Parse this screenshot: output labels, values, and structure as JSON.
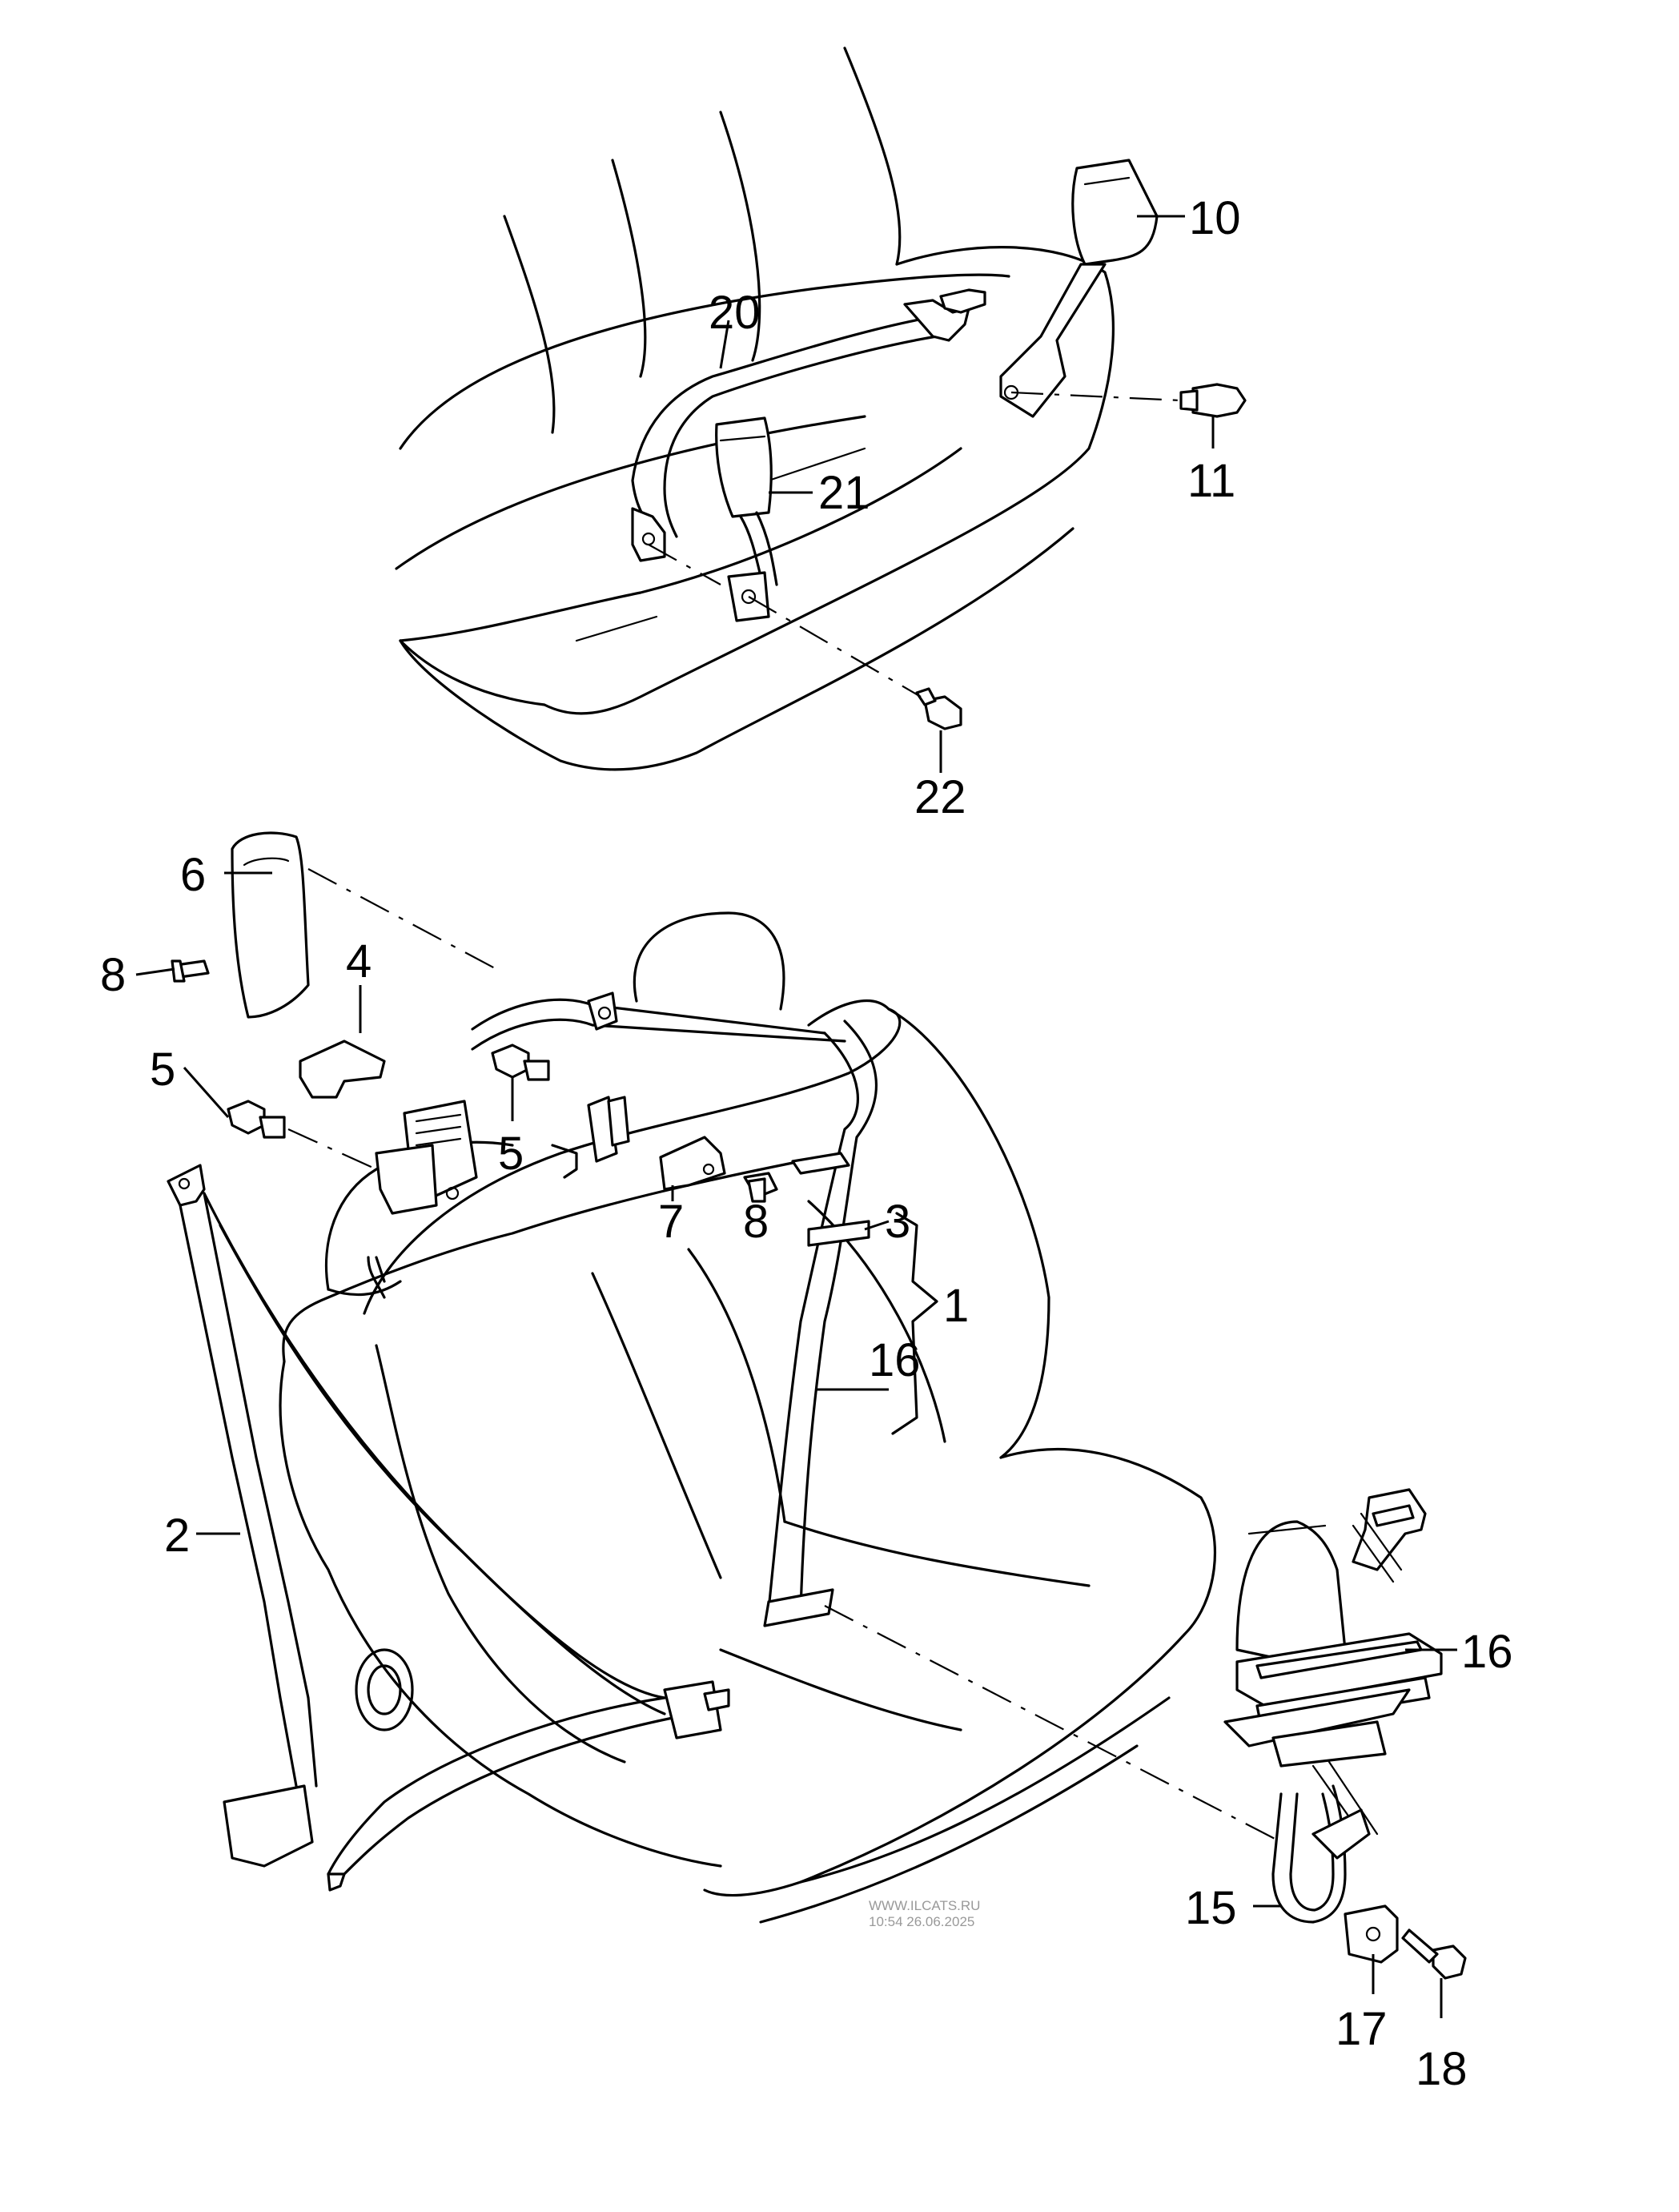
{
  "callouts": {
    "c1": "1",
    "c2": "2",
    "c3": "3",
    "c4": "4",
    "c5a": "5",
    "c5b": "5",
    "c6": "6",
    "c7": "7",
    "c8a": "8",
    "c8b": "8",
    "c10": "10",
    "c11": "11",
    "c15": "15",
    "c16a": "16",
    "c16b": "16",
    "c17": "17",
    "c18": "18",
    "c20": "20",
    "c21": "21",
    "c22": "22"
  },
  "watermark": {
    "line1": "WWW.ILCATS.RU",
    "line2": "10:54 26.06.2025"
  }
}
